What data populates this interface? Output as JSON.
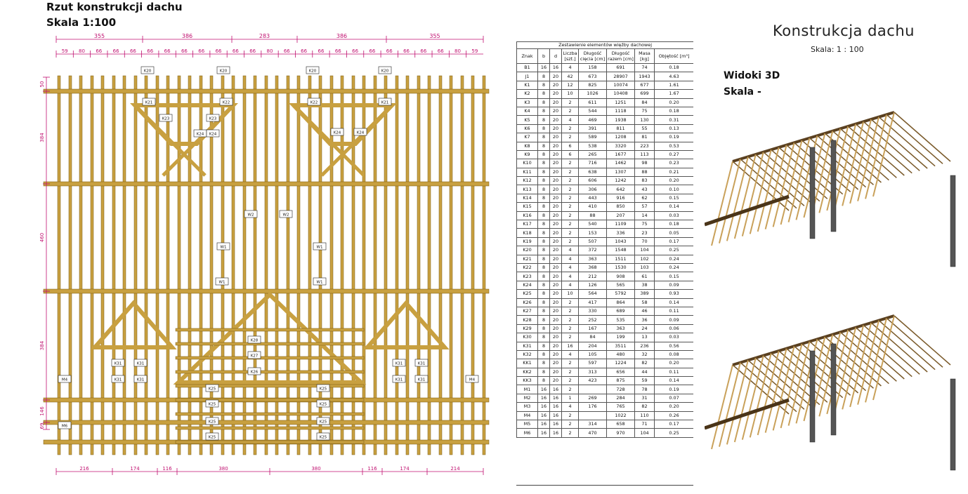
{
  "plan": {
    "title": "Rzut konstrukcji dachu",
    "scale": "Skala 1:100",
    "top_dims_major": [
      "355",
      "386",
      "283",
      "386",
      "355"
    ],
    "top_dims_minor": [
      "59",
      "80",
      "66",
      "66",
      "66",
      "66",
      "66",
      "66",
      "66",
      "66",
      "66",
      "66",
      "80",
      "66",
      "66",
      "66",
      "66",
      "66",
      "66",
      "66",
      "66",
      "66",
      "66",
      "80",
      "59"
    ],
    "bottom_dims": [
      "216",
      "174",
      "116",
      "380",
      "380",
      "116",
      "174",
      "214"
    ],
    "left_dims": [
      "50",
      "384",
      "460",
      "384",
      "146",
      "69"
    ],
    "labels": [
      "K20",
      "K20",
      "K20",
      "K20",
      "K21",
      "K22",
      "K22",
      "K21",
      "K23",
      "K23",
      "K24",
      "K24",
      "K24",
      "K24",
      "W2",
      "W2",
      "W1",
      "W1",
      "W1",
      "W1",
      "K25",
      "K25",
      "K25",
      "K25",
      "K25",
      "K25",
      "K25",
      "K25",
      "K27",
      "K26",
      "K28",
      "K31",
      "K31",
      "K31",
      "K31",
      "M4",
      "M4",
      "M6",
      "K31",
      "K31",
      "K31",
      "K31"
    ],
    "line_color": "#c8a040",
    "dim_color": "#c01070"
  },
  "table": {
    "caption": "Zestawienie elementów więźby dachowej",
    "headers": [
      "Znak",
      "b",
      "d",
      "Liczba [szt.]",
      "Długość cięcia [cm]",
      "Długość razem [cm]",
      "Masa [kg]",
      "Objętość [m³]"
    ],
    "rows": [
      [
        "B1",
        "16",
        "16",
        "4",
        "158",
        "691",
        "74",
        "0.18"
      ],
      [
        "J1",
        "8",
        "20",
        "42",
        "673",
        "28907",
        "1943",
        "4.63"
      ],
      [
        "K1",
        "8",
        "20",
        "12",
        "825",
        "10074",
        "677",
        "1.61"
      ],
      [
        "K2",
        "8",
        "20",
        "10",
        "1026",
        "10408",
        "699",
        "1.67"
      ],
      [
        "K3",
        "8",
        "20",
        "2",
        "611",
        "1251",
        "84",
        "0.20"
      ],
      [
        "K4",
        "8",
        "20",
        "2",
        "544",
        "1118",
        "75",
        "0.18"
      ],
      [
        "K5",
        "8",
        "20",
        "4",
        "469",
        "1938",
        "130",
        "0.31"
      ],
      [
        "K6",
        "8",
        "20",
        "2",
        "391",
        "811",
        "55",
        "0.13"
      ],
      [
        "K7",
        "8",
        "20",
        "2",
        "589",
        "1208",
        "81",
        "0.19"
      ],
      [
        "K8",
        "8",
        "20",
        "6",
        "538",
        "3320",
        "223",
        "0.53"
      ],
      [
        "K9",
        "8",
        "20",
        "6",
        "265",
        "1677",
        "113",
        "0.27"
      ],
      [
        "K10",
        "8",
        "20",
        "2",
        "716",
        "1462",
        "98",
        "0.23"
      ],
      [
        "K11",
        "8",
        "20",
        "2",
        "638",
        "1307",
        "88",
        "0.21"
      ],
      [
        "K12",
        "8",
        "20",
        "2",
        "606",
        "1242",
        "83",
        "0.20"
      ],
      [
        "K13",
        "8",
        "20",
        "2",
        "306",
        "642",
        "43",
        "0.10"
      ],
      [
        "K14",
        "8",
        "20",
        "2",
        "443",
        "916",
        "62",
        "0.15"
      ],
      [
        "K15",
        "8",
        "20",
        "2",
        "410",
        "850",
        "57",
        "0.14"
      ],
      [
        "K16",
        "8",
        "20",
        "2",
        "88",
        "207",
        "14",
        "0.03"
      ],
      [
        "K17",
        "8",
        "20",
        "2",
        "540",
        "1109",
        "75",
        "0.18"
      ],
      [
        "K18",
        "8",
        "20",
        "2",
        "153",
        "336",
        "23",
        "0.05"
      ],
      [
        "K19",
        "8",
        "20",
        "2",
        "507",
        "1043",
        "70",
        "0.17"
      ],
      [
        "K20",
        "8",
        "20",
        "4",
        "372",
        "1548",
        "104",
        "0.25"
      ],
      [
        "K21",
        "8",
        "20",
        "4",
        "363",
        "1511",
        "102",
        "0.24"
      ],
      [
        "K22",
        "8",
        "20",
        "4",
        "368",
        "1530",
        "103",
        "0.24"
      ],
      [
        "K23",
        "8",
        "20",
        "4",
        "212",
        "908",
        "61",
        "0.15"
      ],
      [
        "K24",
        "8",
        "20",
        "4",
        "126",
        "565",
        "38",
        "0.09"
      ],
      [
        "K25",
        "8",
        "20",
        "10",
        "564",
        "5792",
        "389",
        "0.93"
      ],
      [
        "K26",
        "8",
        "20",
        "2",
        "417",
        "864",
        "58",
        "0.14"
      ],
      [
        "K27",
        "8",
        "20",
        "2",
        "330",
        "689",
        "46",
        "0.11"
      ],
      [
        "K28",
        "8",
        "20",
        "2",
        "252",
        "535",
        "36",
        "0.09"
      ],
      [
        "K29",
        "8",
        "20",
        "2",
        "167",
        "363",
        "24",
        "0.06"
      ],
      [
        "K30",
        "8",
        "20",
        "2",
        "84",
        "199",
        "13",
        "0.03"
      ],
      [
        "K31",
        "8",
        "20",
        "16",
        "204",
        "3511",
        "236",
        "0.56"
      ],
      [
        "K32",
        "8",
        "20",
        "4",
        "105",
        "480",
        "32",
        "0.08"
      ],
      [
        "KK1",
        "8",
        "20",
        "2",
        "597",
        "1224",
        "82",
        "0.20"
      ],
      [
        "KK2",
        "8",
        "20",
        "2",
        "313",
        "656",
        "44",
        "0.11"
      ],
      [
        "KK3",
        "8",
        "20",
        "2",
        "423",
        "875",
        "59",
        "0.14"
      ],
      [
        "M1",
        "16",
        "16",
        "2",
        "",
        "728",
        "78",
        "0.19"
      ],
      [
        "M2",
        "16",
        "16",
        "1",
        "269",
        "284",
        "31",
        "0.07"
      ],
      [
        "M3",
        "16",
        "16",
        "4",
        "176",
        "765",
        "82",
        "0.20"
      ],
      [
        "M4",
        "16",
        "16",
        "2",
        "",
        "1022",
        "110",
        "0.26"
      ],
      [
        "M5",
        "16",
        "16",
        "2",
        "314",
        "658",
        "71",
        "0.17"
      ],
      [
        "M6",
        "16",
        "16",
        "2",
        "470",
        "970",
        "104",
        "0.25"
      ]
    ]
  },
  "views": {
    "title": "Konstrukcja dachu",
    "scale": "Skala:  1 : 100",
    "subtitle": "Widoki 3D",
    "subscale": "Skala -"
  }
}
